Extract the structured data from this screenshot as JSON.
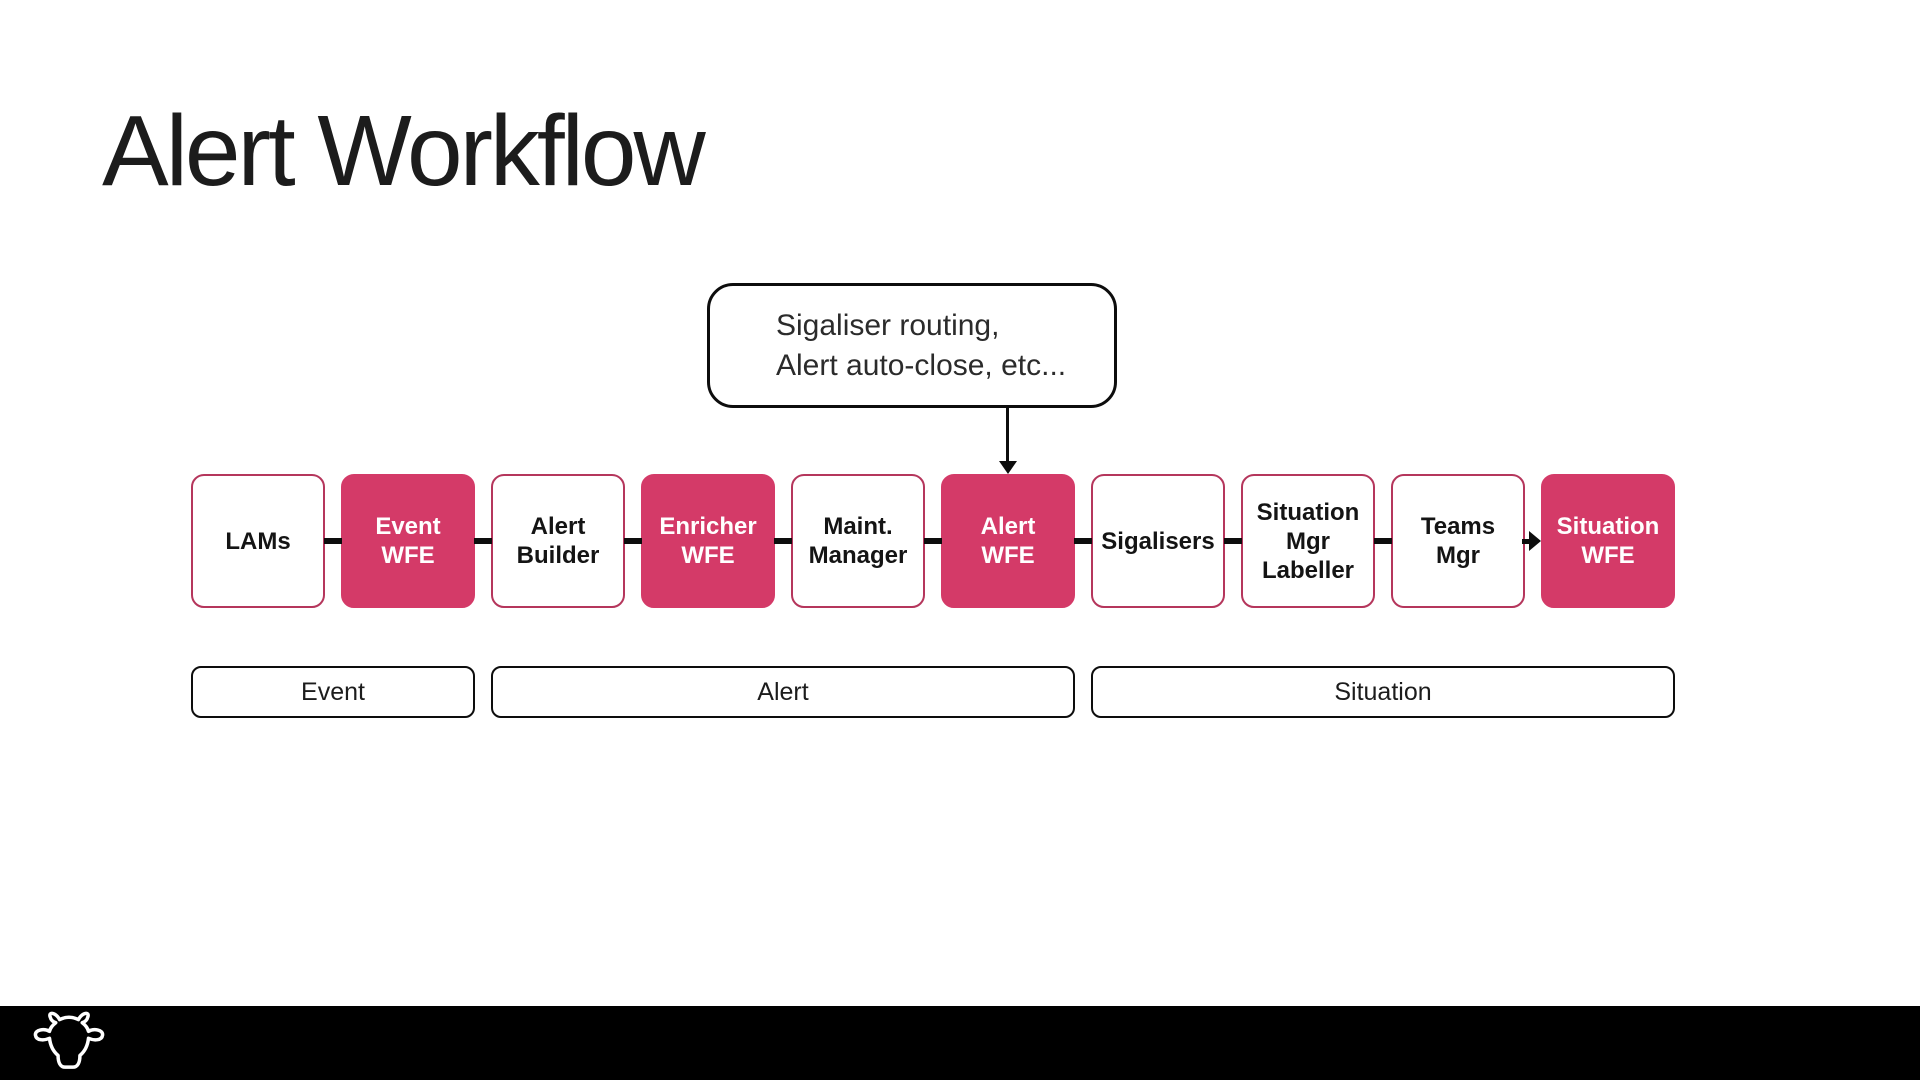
{
  "slide": {
    "title": "Alert Workflow",
    "callout": {
      "lines": [
        "Sigaliser routing,",
        "Alert auto-close, etc..."
      ]
    },
    "flow": {
      "nodes": [
        {
          "id": "lams",
          "variant": "outline",
          "lines": [
            "LAMs"
          ]
        },
        {
          "id": "event-wfe",
          "variant": "filled",
          "lines": [
            "Event",
            "WFE"
          ]
        },
        {
          "id": "alert-builder",
          "variant": "outline",
          "lines": [
            "Alert",
            "Builder"
          ]
        },
        {
          "id": "enricher-wfe",
          "variant": "filled",
          "lines": [
            "Enricher",
            "WFE"
          ]
        },
        {
          "id": "maint-manager",
          "variant": "outline",
          "lines": [
            "Maint.",
            "Manager"
          ]
        },
        {
          "id": "alert-wfe",
          "variant": "filled",
          "lines": [
            "Alert",
            "WFE"
          ]
        },
        {
          "id": "sigalisers",
          "variant": "outline",
          "lines": [
            "Sigalisers"
          ]
        },
        {
          "id": "situation-mgr-labeller",
          "variant": "outline",
          "lines": [
            "Situation",
            "Mgr",
            "Labeller"
          ]
        },
        {
          "id": "teams-mgr",
          "variant": "outline",
          "lines": [
            "Teams",
            "Mgr"
          ]
        },
        {
          "id": "situation-wfe",
          "variant": "filled",
          "lines": [
            "Situation",
            "WFE"
          ]
        }
      ],
      "last_connector_has_arrowhead": true
    },
    "stages": [
      {
        "label": "Event"
      },
      {
        "label": "Alert"
      },
      {
        "label": "Situation"
      }
    ],
    "icons": {
      "footer_logo": "cow-logo"
    },
    "colors": {
      "accent_pink": "#d43a68",
      "node_outline_pink": "#b5365c",
      "line_black": "#0d0d0d",
      "footer_black": "#000000",
      "text_dark": "#1c1c1c"
    }
  }
}
